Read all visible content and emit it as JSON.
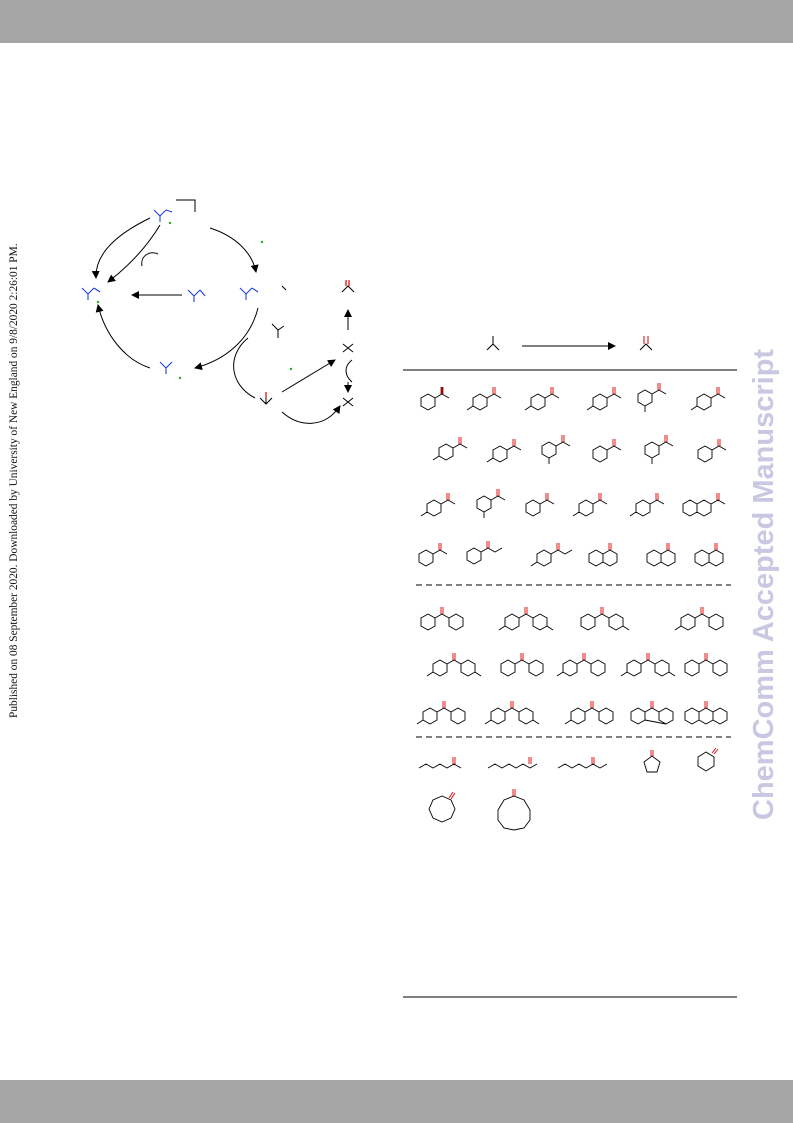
{
  "page": {
    "side_note": "Published on 08 September 2020. Downloaded by University of New England on 9/8/2020 2:26:01 PM.",
    "watermark": "ChemComm Accepted Manuscript"
  },
  "colors": {
    "band": "#a6a6a6",
    "ligand": "#1f3fe0",
    "oxygen": "#e00000",
    "metal": "#22b022",
    "watermark": "#c8c8e2",
    "ink": "#000000"
  },
  "scheme": {
    "catalytic_cycle_species": 4,
    "substrate_table_sections": 3
  }
}
